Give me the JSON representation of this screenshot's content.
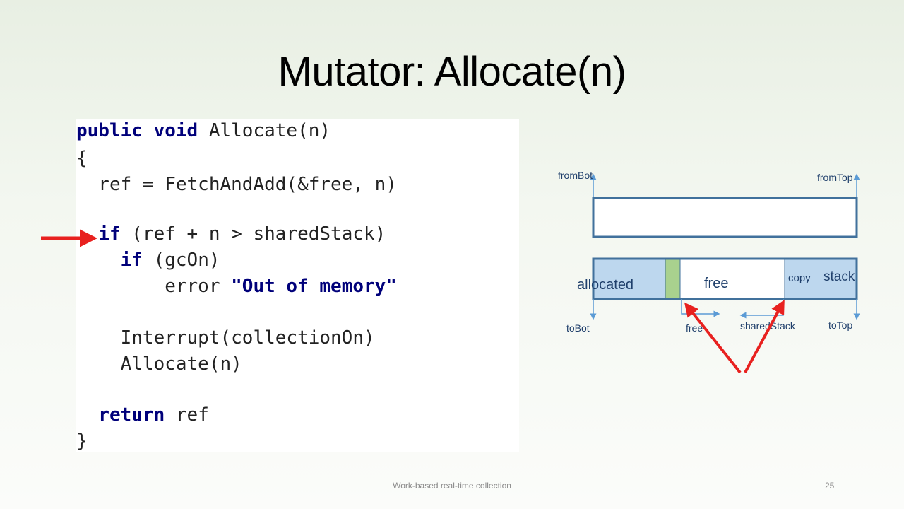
{
  "slide": {
    "title": "Mutator: Allocate(n)",
    "footer": "Work-based real-time collection",
    "page_number": "25"
  },
  "code": {
    "l1_kw": "public void",
    "l1_rest": " Allocate(n)",
    "l2": "{",
    "l3": "  ref = FetchAndAdd(&free, n)",
    "l4_kw": "  if",
    "l4_rest": " (ref + n > sharedStack)",
    "l5_kw": "    if",
    "l5_rest": " (gcOn)",
    "l6_pre": "        error ",
    "l6_str": "\"Out of memory\"",
    "l7": "    Interrupt(collectionOn)",
    "l8": "    Allocate(n)",
    "l9_kw": "  return",
    "l9_rest": " ref",
    "l10": "}"
  },
  "diagram": {
    "from_bot": "fromBot",
    "from_top": "fromTop",
    "to_bot": "toBot",
    "to_top": "toTop",
    "free_pointer": "free",
    "shared_stack_pointer": "sharedStack",
    "allocated_label": "allocated",
    "free_label": "free",
    "copy_label": "copy",
    "stack_label": "stack",
    "colors": {
      "region_fill": "#bdd7ee",
      "border": "#41719c",
      "green_block": "#a9d18e",
      "arrow_red": "#e8211f",
      "pointer_blue": "#5b9bd5"
    }
  }
}
